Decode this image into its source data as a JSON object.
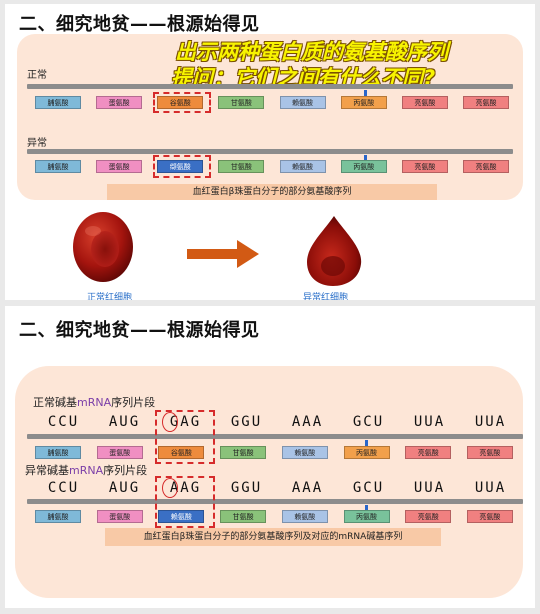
{
  "colors": {
    "panel_bg": "#fde6d7",
    "highlight_text": "#f8f400",
    "dashed_box": "#d62b2b",
    "caption_bg": "#f8c9a6",
    "arrow": "#d25a14",
    "cell_label": "#2a6fc9"
  },
  "slide1": {
    "title": "二、细究地贫——根源始得见",
    "overlay_line1": "出示两种蛋白质的氨基酸序列",
    "overlay_line2": "提问：它们之间有什么不同?",
    "normal_label": "正常",
    "abnormal_label": "异常",
    "normal_row": [
      {
        "label": "脯氨酸",
        "color": "#7fb9d8"
      },
      {
        "label": "蛋氨酸",
        "color": "#f08fc2"
      },
      {
        "label": "谷氨酸",
        "color": "#ee8b3c"
      },
      {
        "label": "甘氨酸",
        "color": "#8ac27a"
      },
      {
        "label": "赖氨酸",
        "color": "#a9c3e6"
      },
      {
        "label": "丙氨酸",
        "color": "#f2a04b"
      },
      {
        "label": "亮氨酸",
        "color": "#f08080"
      },
      {
        "label": "亮氨酸",
        "color": "#f08080"
      }
    ],
    "abnormal_row": [
      {
        "label": "脯氨酸",
        "color": "#7fb9d8"
      },
      {
        "label": "蛋氨酸",
        "color": "#f08fc2"
      },
      {
        "label": "缬氨酸",
        "color": "#3a6fc4"
      },
      {
        "label": "甘氨酸",
        "color": "#8ac27a"
      },
      {
        "label": "赖氨酸",
        "color": "#a9c3e6"
      },
      {
        "label": "丙氨酸",
        "color": "#79c29b"
      },
      {
        "label": "亮氨酸",
        "color": "#f08080"
      },
      {
        "label": "亮氨酸",
        "color": "#f08080"
      }
    ],
    "caption": "血红蛋白β珠蛋白分子的部分氨基酸序列",
    "normal_cell_label": "正常红细胞",
    "abnormal_cell_label": "异常红细胞",
    "arrow_icon": "right-arrow-icon"
  },
  "slide2": {
    "title": "二、细究地贫——根源始得见",
    "normal_mrna_prefix": "正常碱基",
    "normal_mrna_accent": "mRNA",
    "normal_mrna_suffix": "序列片段",
    "abnormal_mrna_prefix": "异常碱基",
    "abnormal_mrna_accent": "mRNA",
    "abnormal_mrna_suffix": "序列片段",
    "normal_codons": [
      "CCU",
      "AUG",
      "GAG",
      "GGU",
      "AAA",
      "GCU",
      "UUA",
      "UUA"
    ],
    "abnormal_codons": [
      "CCU",
      "AUG",
      "AAG",
      "GGU",
      "AAA",
      "GCU",
      "UUA",
      "UUA"
    ],
    "normal_row": [
      {
        "label": "脯氨酸",
        "color": "#7fb9d8"
      },
      {
        "label": "蛋氨酸",
        "color": "#f08fc2"
      },
      {
        "label": "谷氨酸",
        "color": "#ee8b3c"
      },
      {
        "label": "甘氨酸",
        "color": "#8ac27a"
      },
      {
        "label": "赖氨酸",
        "color": "#a9c3e6"
      },
      {
        "label": "丙氨酸",
        "color": "#f2a04b"
      },
      {
        "label": "亮氨酸",
        "color": "#f08080"
      },
      {
        "label": "亮氨酸",
        "color": "#f08080"
      }
    ],
    "abnormal_row": [
      {
        "label": "脯氨酸",
        "color": "#7fb9d8"
      },
      {
        "label": "蛋氨酸",
        "color": "#f08fc2"
      },
      {
        "label": "赖氨酸",
        "color": "#3a6fc4"
      },
      {
        "label": "甘氨酸",
        "color": "#8ac27a"
      },
      {
        "label": "赖氨酸",
        "color": "#a9c3e6"
      },
      {
        "label": "丙氨酸",
        "color": "#79c29b"
      },
      {
        "label": "亮氨酸",
        "color": "#f08080"
      },
      {
        "label": "亮氨酸",
        "color": "#f08080"
      }
    ],
    "caption": "血红蛋白β珠蛋白分子的部分氨基酸序列及对应的mRNA碱基序列"
  }
}
